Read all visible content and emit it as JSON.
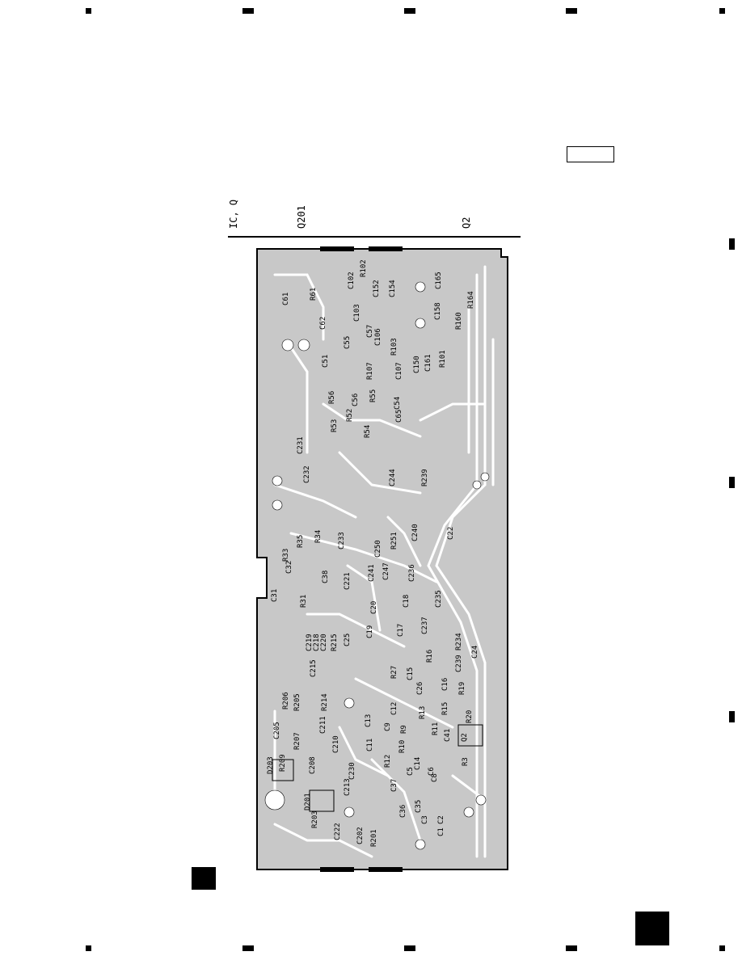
{
  "header": {
    "section_label": "IC, Q",
    "q201_label": "Q201",
    "q2_label": "Q2"
  },
  "pcb": {
    "refs": [
      "R102",
      "C102",
      "C152",
      "C154",
      "C165",
      "C61",
      "R61",
      "C103",
      "C158",
      "R164",
      "R160",
      "C62",
      "C55",
      "C57",
      "C106",
      "R103",
      "C51",
      "R107",
      "C107",
      "C150",
      "R101",
      "C161",
      "R56",
      "C56",
      "R55",
      "C54",
      "R52",
      "C65",
      "R53",
      "R54",
      "C231",
      "C232",
      "C244",
      "R239",
      "R35",
      "R33",
      "R34",
      "C233",
      "C250",
      "R251",
      "C240",
      "C22",
      "C32",
      "C38",
      "C31",
      "C221",
      "C241",
      "C247",
      "C236",
      "R31",
      "C20",
      "C18",
      "C235",
      "C19",
      "C17",
      "C219",
      "C218",
      "C220",
      "R215",
      "C25",
      "C237",
      "R234",
      "C24",
      "C215",
      "R27",
      "C15",
      "R16",
      "C26",
      "C239",
      "C16",
      "R206",
      "R205",
      "R214",
      "C12",
      "R19",
      "C13",
      "R15",
      "R13",
      "C205",
      "C211",
      "R207",
      "C9",
      "R9",
      "R20",
      "R11",
      "C210",
      "C11",
      "R10",
      "C41",
      "Q2",
      "D203",
      "R209",
      "C208",
      "C230",
      "R12",
      "C14",
      "C6",
      "R3",
      "C213",
      "C37",
      "C5",
      "C8",
      "D201",
      "R203",
      "C36",
      "C35",
      "C2",
      "C3",
      "C1",
      "C222",
      "C202",
      "R201"
    ]
  },
  "colors": {
    "board_fill": "#c8c8c8",
    "trace_white": "#ffffff",
    "outline": "#000000"
  }
}
